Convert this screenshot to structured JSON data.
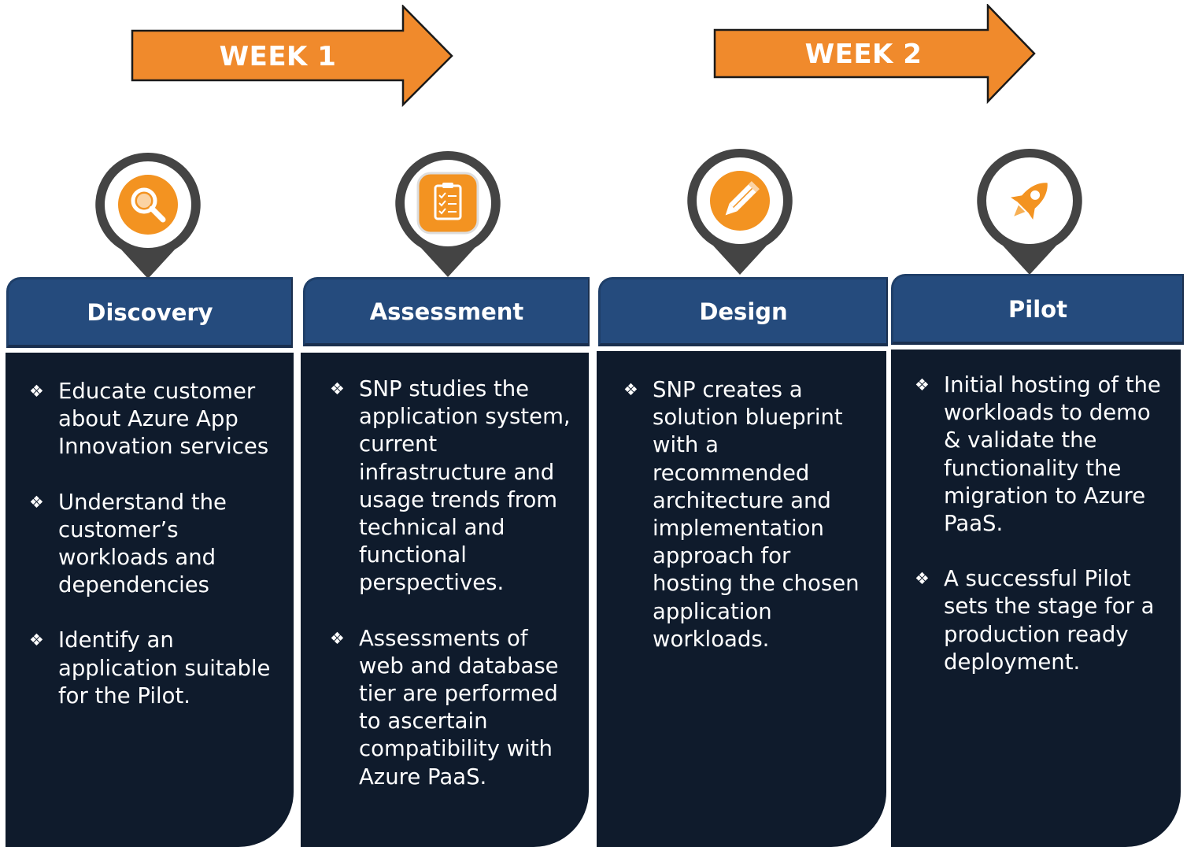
{
  "arrows": [
    {
      "label": "WEEK 1"
    },
    {
      "label": "WEEK 2"
    }
  ],
  "colors": {
    "arrow_orange": "#f08a2c",
    "header_blue": "#254b7d",
    "panel_navy": "#0f1b2c",
    "pin_gray": "#444444",
    "icon_orange": "#f39321"
  },
  "bullet_symbol": "❖",
  "stages": [
    {
      "title": "Discovery",
      "icon": "magnifier-icon",
      "bullets": [
        "Educate customer about Azure App Innovation services",
        "Understand the customer’s workloads and dependencies",
        "Identify an application suitable for the Pilot."
      ]
    },
    {
      "title": "Assessment",
      "icon": "clipboard-icon",
      "bullets": [
        " SNP studies the application system, current infrastructure and usage trends from technical and functional perspectives.",
        "Assessments of web and database tier are performed to ascertain compatibility with Azure PaaS."
      ]
    },
    {
      "title": "Design",
      "icon": "pencil-icon",
      "bullets": [
        "SNP creates a solution blueprint with a recommended architecture and implementation approach for hosting the chosen application workloads."
      ]
    },
    {
      "title": "Pilot",
      "icon": "rocket-icon",
      "bullets": [
        "Initial hosting of the workloads to demo & validate the functionality the migration to Azure PaaS.",
        "A successful Pilot sets the stage for a production ready deployment."
      ]
    }
  ]
}
